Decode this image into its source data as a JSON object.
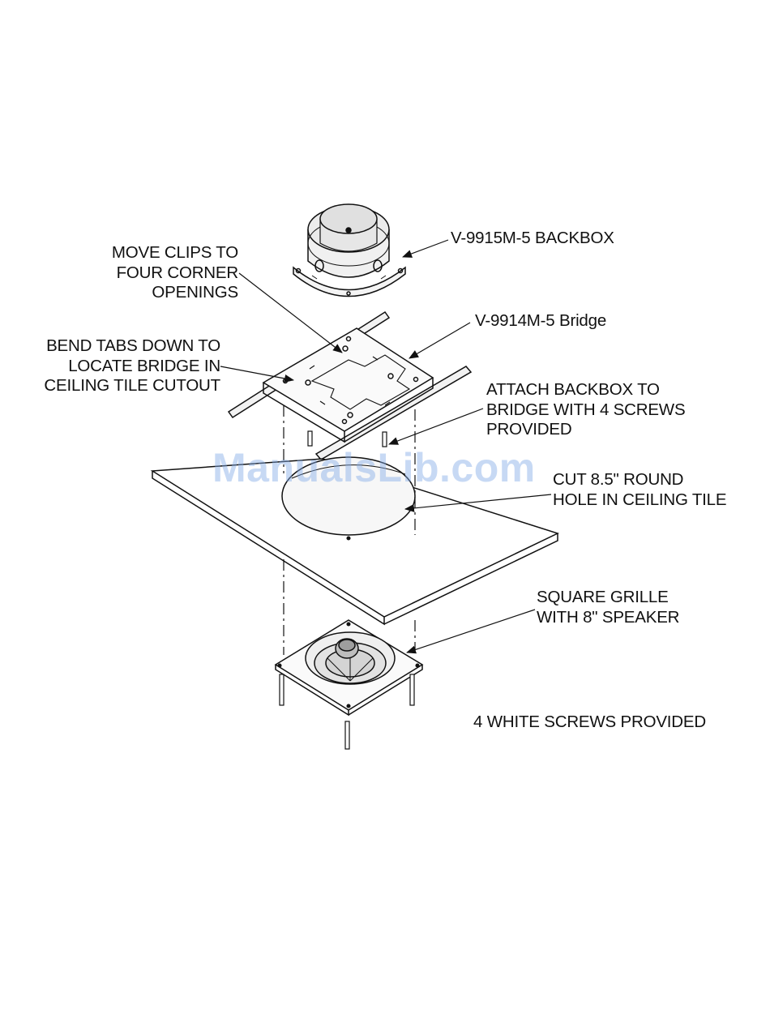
{
  "callouts": {
    "backbox": [
      "V-9915M-5 BACKBOX"
    ],
    "move_clips": [
      "MOVE CLIPS TO",
      "FOUR CORNER",
      "OPENINGS"
    ],
    "bridge": [
      "V-9914M-5 Bridge"
    ],
    "bend_tabs": [
      "BEND TABS DOWN TO",
      "LOCATE BRIDGE IN",
      "CEILING TILE CUTOUT"
    ],
    "attach_backbox": [
      "ATTACH BACKBOX TO",
      "BRIDGE WITH 4 SCREWS",
      "PROVIDED"
    ],
    "cut_hole": [
      "CUT 8.5\" ROUND",
      "HOLE IN CEILING TILE"
    ],
    "grille": [
      "SQUARE GRILLE",
      "WITH 8\" SPEAKER"
    ],
    "white_screws": [
      "4 WHITE SCREWS PROVIDED"
    ]
  },
  "watermark": "ManualsLib.com",
  "colors": {
    "line": "#111111",
    "background": "#ffffff",
    "watermark": "#8aaae6"
  }
}
